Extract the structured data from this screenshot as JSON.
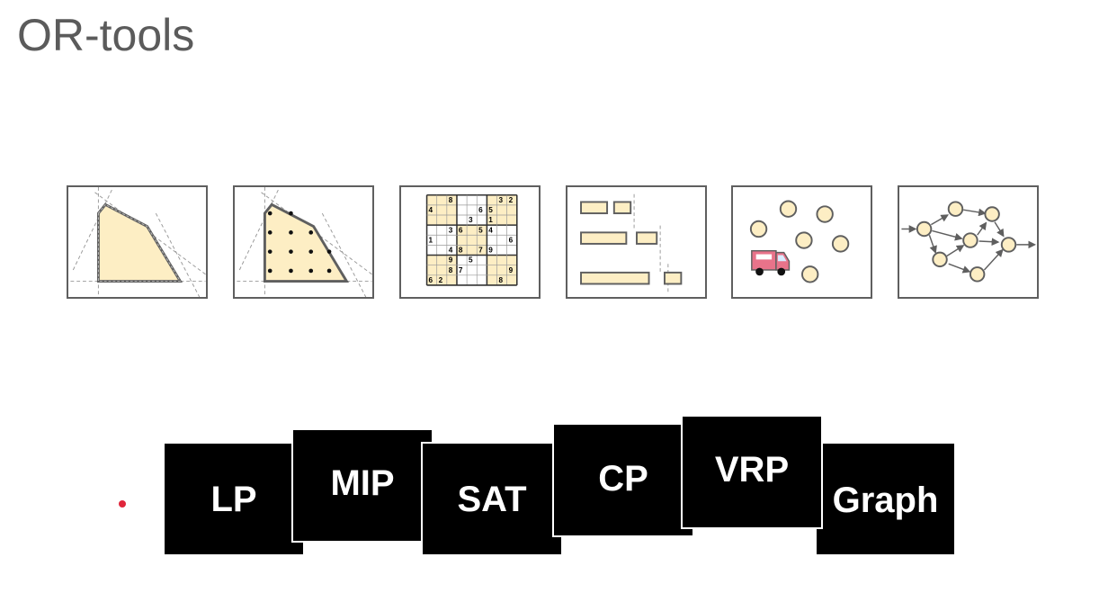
{
  "title": "OR-tools",
  "colors": {
    "fill": "#fdeec4",
    "stroke": "#5f5f5f",
    "truck": "#e8738a",
    "pointer": "#e0263b"
  },
  "panels": [
    {
      "name": "lp-polytope",
      "icon": "polytope-icon"
    },
    {
      "name": "mip-lattice",
      "icon": "lattice-polytope-icon"
    },
    {
      "name": "sat-sudoku",
      "icon": "sudoku-icon"
    },
    {
      "name": "cp-schedule",
      "icon": "gantt-icon"
    },
    {
      "name": "vrp-delivery",
      "icon": "truck-icon"
    },
    {
      "name": "graph-network",
      "icon": "network-graph-icon"
    }
  ],
  "sudoku": {
    "cells": [
      {
        "r": 0,
        "c": 2,
        "v": "8"
      },
      {
        "r": 0,
        "c": 7,
        "v": "3"
      },
      {
        "r": 0,
        "c": 8,
        "v": "2"
      },
      {
        "r": 1,
        "c": 0,
        "v": "4"
      },
      {
        "r": 1,
        "c": 5,
        "v": "6"
      },
      {
        "r": 1,
        "c": 6,
        "v": "5"
      },
      {
        "r": 2,
        "c": 4,
        "v": "3"
      },
      {
        "r": 2,
        "c": 6,
        "v": "1"
      },
      {
        "r": 3,
        "c": 2,
        "v": "3"
      },
      {
        "r": 3,
        "c": 3,
        "v": "6"
      },
      {
        "r": 3,
        "c": 5,
        "v": "5"
      },
      {
        "r": 3,
        "c": 6,
        "v": "4"
      },
      {
        "r": 4,
        "c": 0,
        "v": "1"
      },
      {
        "r": 4,
        "c": 8,
        "v": "6"
      },
      {
        "r": 5,
        "c": 2,
        "v": "4"
      },
      {
        "r": 5,
        "c": 3,
        "v": "8"
      },
      {
        "r": 5,
        "c": 5,
        "v": "7"
      },
      {
        "r": 5,
        "c": 6,
        "v": "9"
      },
      {
        "r": 6,
        "c": 2,
        "v": "9"
      },
      {
        "r": 6,
        "c": 4,
        "v": "5"
      },
      {
        "r": 7,
        "c": 2,
        "v": "8"
      },
      {
        "r": 7,
        "c": 3,
        "v": "7"
      },
      {
        "r": 7,
        "c": 8,
        "v": "9"
      },
      {
        "r": 8,
        "c": 0,
        "v": "6"
      },
      {
        "r": 8,
        "c": 1,
        "v": "2"
      },
      {
        "r": 8,
        "c": 7,
        "v": "8"
      }
    ]
  },
  "tiles": [
    {
      "key": "lp",
      "label": "LP"
    },
    {
      "key": "mip",
      "label": "MIP"
    },
    {
      "key": "sat",
      "label": "SAT"
    },
    {
      "key": "cp",
      "label": "CP"
    },
    {
      "key": "vrp",
      "label": "VRP"
    },
    {
      "key": "graph",
      "label": "Graph"
    }
  ]
}
